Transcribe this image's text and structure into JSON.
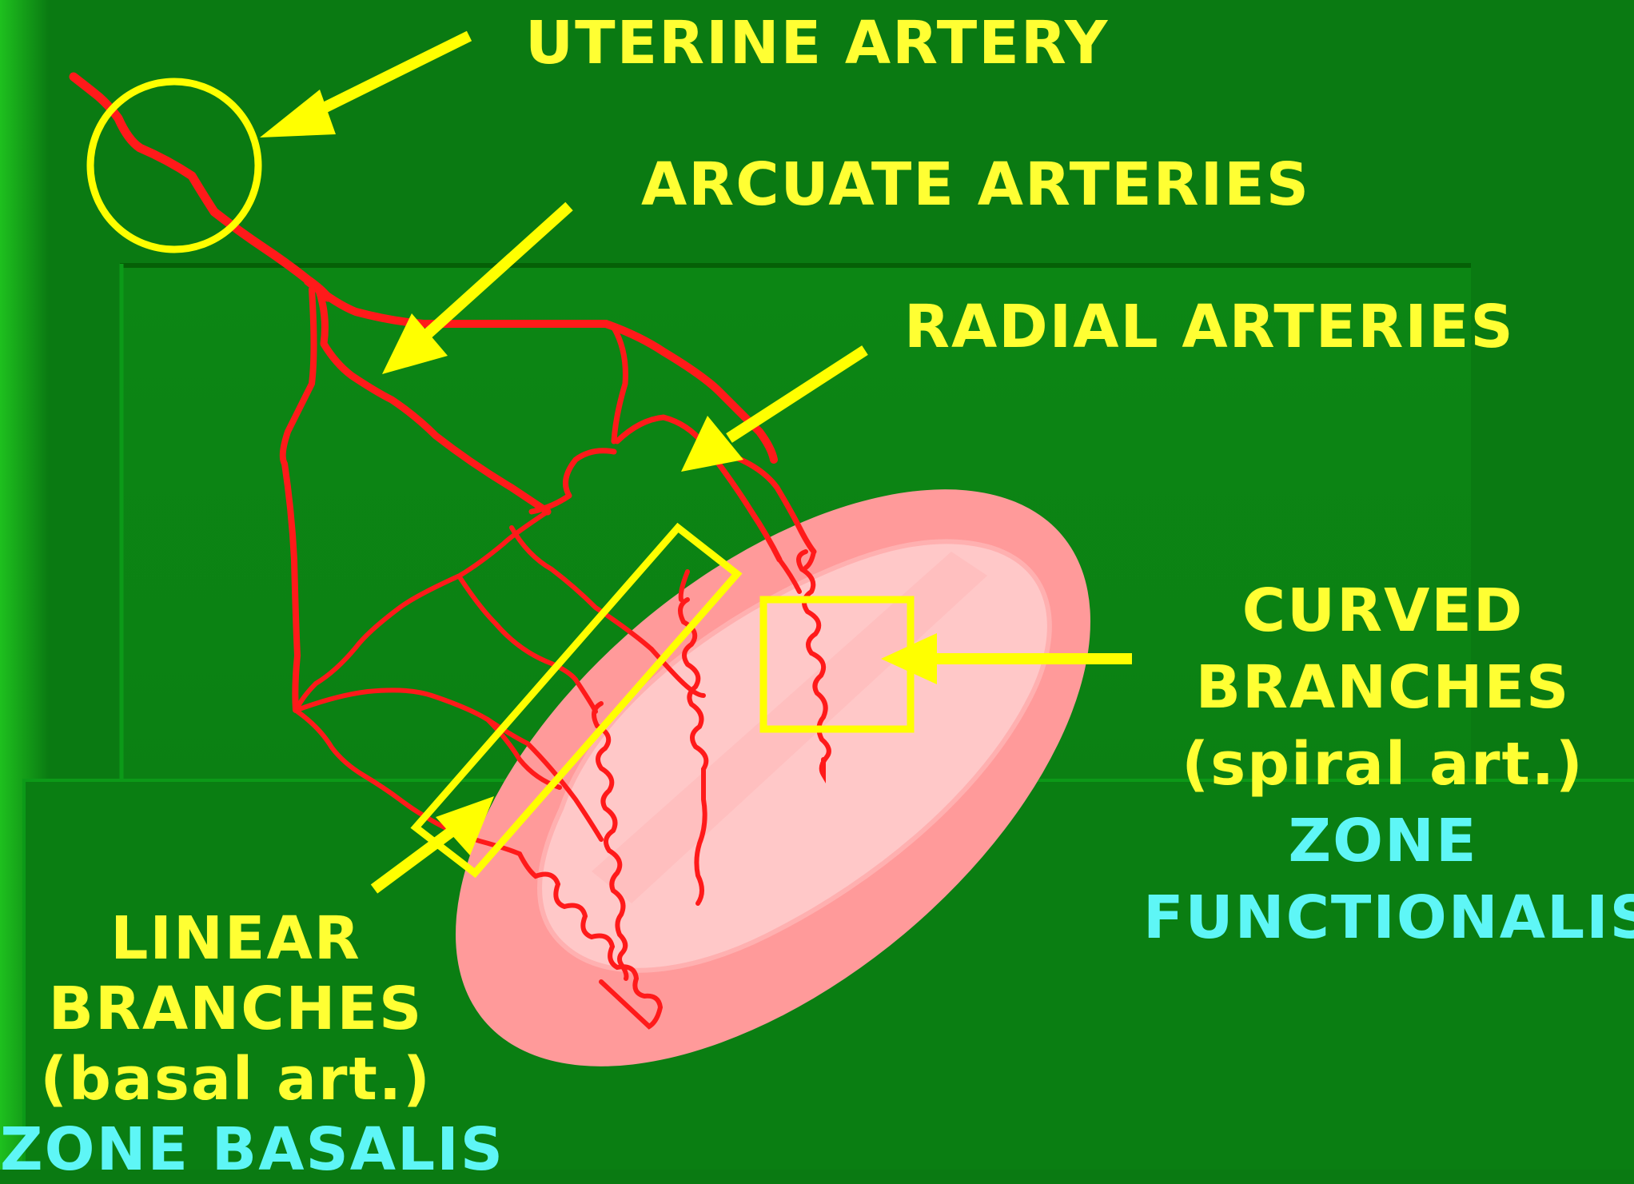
{
  "colors": {
    "background": "#0a7a12",
    "panel": "#0c8414",
    "label_yellow": "#ffff33",
    "label_cyan": "#5ef6f6",
    "artery_red": "#ff1a1a",
    "tissue_outer": "#ff9a9a",
    "tissue_inner": "#ffc8c8",
    "pointer_yellow": "#ffff00"
  },
  "labels": {
    "uterine_artery": "UTERINE ARTERY",
    "arcuate_arteries": "ARCUATE ARTERIES",
    "radial_arteries": "RADIAL ARTERIES",
    "curved_line1": "CURVED",
    "curved_line2": "BRANCHES",
    "curved_line3": "(spiral art.)",
    "zone_functionalis_line1": "ZONE",
    "zone_functionalis_line2": "FUNCTIONALIS",
    "linear_line1": "LINEAR",
    "linear_line2": "BRANCHES",
    "linear_line3": "(basal art.)",
    "zone_basalis": "ZONE BASALIS"
  }
}
